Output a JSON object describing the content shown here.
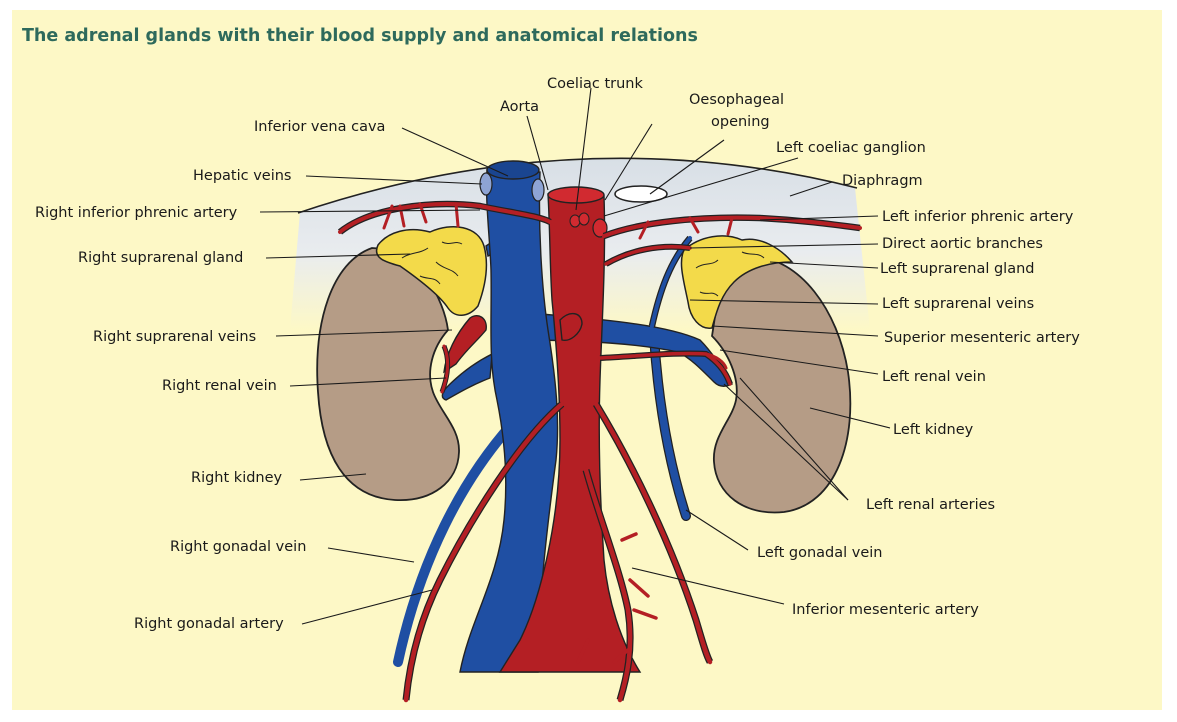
{
  "title": "The adrenal glands with their blood supply and anatomical relations",
  "labels": {
    "coeliac_trunk": "Coeliac trunk",
    "aorta": "Aorta",
    "oesophageal_opening_1": "Oesophageal",
    "oesophageal_opening_2": "opening",
    "inferior_vena_cava": "Inferior vena cava",
    "left_coeliac_ganglion": "Left coeliac ganglion",
    "hepatic_veins": "Hepatic veins",
    "diaphragm": "Diaphragm",
    "right_inferior_phrenic_artery": "Right inferior phrenic artery",
    "left_inferior_phrenic_artery": "Left inferior phrenic artery",
    "direct_aortic_branches": "Direct aortic branches",
    "right_suprarenal_gland": "Right suprarenal gland",
    "left_suprarenal_gland": "Left suprarenal gland",
    "left_suprarenal_veins": "Left suprarenal veins",
    "right_suprarenal_veins": "Right suprarenal veins",
    "superior_mesenteric_artery": "Superior mesenteric artery",
    "right_renal_vein": "Right renal vein",
    "left_renal_vein": "Left renal vein",
    "left_kidney": "Left kidney",
    "right_kidney": "Right kidney",
    "left_renal_arteries": "Left renal arteries",
    "right_gonadal_vein": "Right gonadal vein",
    "left_gonadal_vein": "Left gonadal vein",
    "inferior_mesenteric_artery": "Inferior mesenteric artery",
    "right_gonadal_artery": "Right gonadal artery"
  },
  "colors": {
    "background": "#fdf8c6",
    "title": "#2e6a5c",
    "artery": "#b41f24",
    "vein": "#1f4fa3",
    "gland": "#f3da4a",
    "kidney": "#b59c86",
    "diaphragm": "#dfe3e8"
  }
}
